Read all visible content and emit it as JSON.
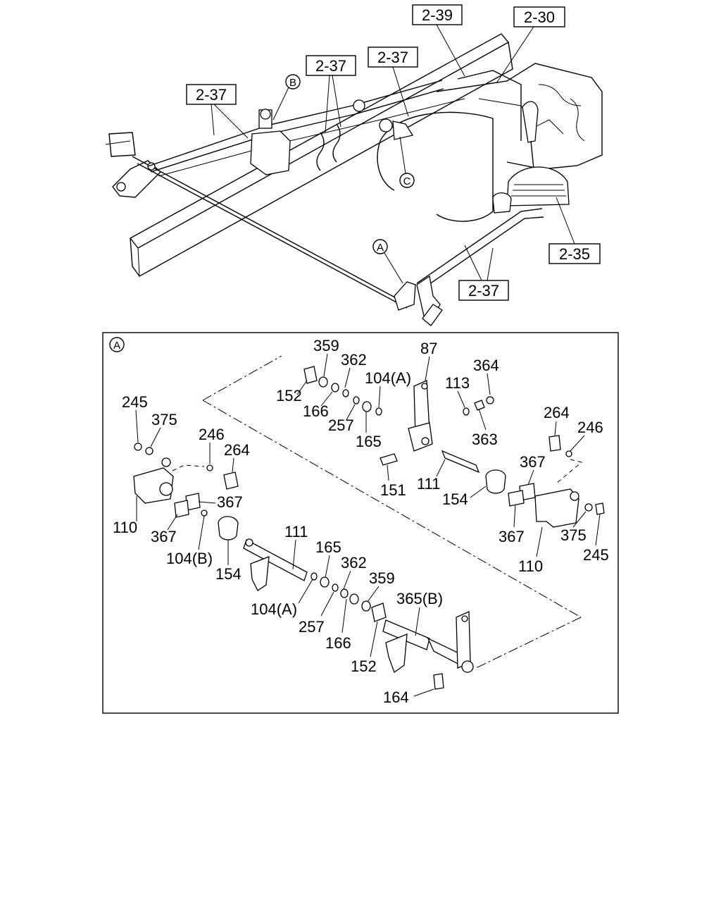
{
  "overview": {
    "refs": {
      "r239": "2-39",
      "r230": "2-30",
      "r237_a": "2-37",
      "r237_b": "2-37",
      "r237_c": "2-37",
      "r237_d": "2-37",
      "r235": "2-35"
    },
    "markers": {
      "a": "A",
      "b": "B",
      "c": "C"
    }
  },
  "detail": {
    "marker": "A",
    "parts": {
      "p359a": "359",
      "p362a": "362",
      "p87": "87",
      "p364": "364",
      "p104a1": "104(A)",
      "p113": "113",
      "p152a": "152",
      "p166a": "166",
      "p257a": "257",
      "p165a": "165",
      "p363": "363",
      "p245a": "245",
      "p375a": "375",
      "p246a": "246",
      "p264a": "264",
      "p264b": "264",
      "p246b": "246",
      "p367a": "367",
      "p367b": "367",
      "p367c": "367",
      "p367d": "367",
      "p151": "151",
      "p111a": "111",
      "p154a": "154",
      "p110a": "110",
      "p104b": "104(B)",
      "p154b": "154",
      "p111b": "111",
      "p165b": "165",
      "p362b": "362",
      "p359b": "359",
      "p104a2": "104(A)",
      "p257b": "257",
      "p166b": "166",
      "p365b": "365(B)",
      "p152b": "152",
      "p164": "164",
      "p110b": "110",
      "p375b": "375",
      "p245b": "245"
    }
  }
}
